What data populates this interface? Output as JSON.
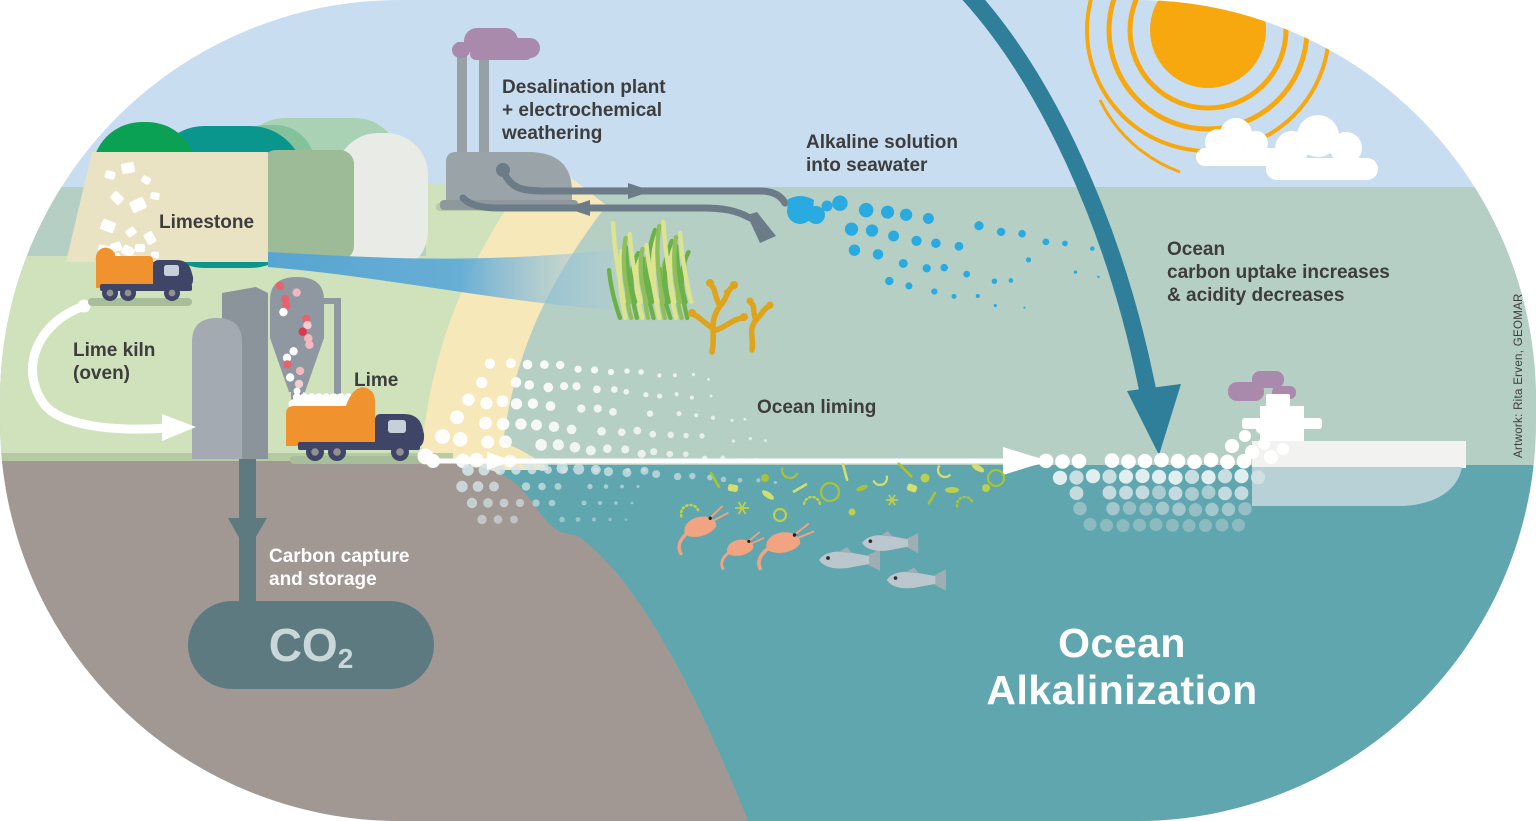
{
  "title": {
    "line1": "Ocean",
    "line2": "Alkalinization"
  },
  "labels": {
    "limestone": "Limestone",
    "lime_kiln_line1": "Lime kiln",
    "lime_kiln_line2": "(oven)",
    "lime": "Lime",
    "desalination_line1": "Desalination plant",
    "desalination_line2": "+ electrochemical",
    "desalination_line3": "weathering",
    "alkaline_line1": "Alkaline solution",
    "alkaline_line2": "into seawater",
    "ocean_liming": "Ocean liming",
    "uptake_line1": "Ocean",
    "uptake_line2": "carbon uptake increases",
    "uptake_line3": "& acidity decreases",
    "ccs_line1": "Carbon capture",
    "ccs_line2": "and storage",
    "co2_main": "CO",
    "co2_sub": "2"
  },
  "credit": "Artwork: Rita Erven, GEOMAR",
  "colors": {
    "sky": "#c9ddf1",
    "sea_surface_zone": "#b6cfc4",
    "deep_sea": "#60a6af",
    "underground": "#a19893",
    "sand": "#f7e8ba",
    "grass": "#cfe2bb",
    "sun": "#f6a80e",
    "alkaline_dots_blue": "#29abe2",
    "uptake_arrow_teal": "#2f7f9b",
    "truck_orange": "#f0922d",
    "truck_navy": "#3e4566",
    "smoke_purple": "#a98aad",
    "co2_pill": "#5d7a81",
    "pipe_gray": "#6b7c88",
    "text_dark": "#3d3d3d"
  }
}
